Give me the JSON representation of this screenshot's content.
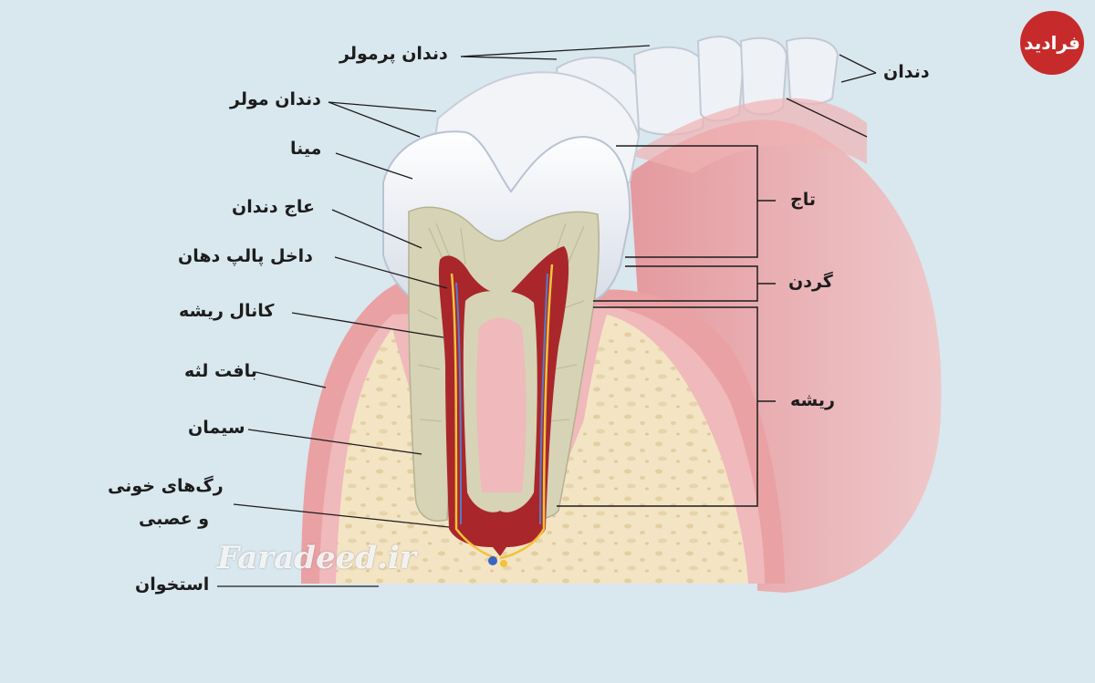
{
  "labels": {
    "premolar": "دندان پرمولر",
    "molar": "دندان مولر",
    "enamel": "مینا",
    "dentin": "عاج دندان",
    "pulp": "داخل پالپ دهان",
    "root_canal": "کانال ریشه",
    "gum": "بافت لثه",
    "cementum": "سیمان",
    "vessels_line1": "رگ‌های خونی",
    "vessels_line2": "و عصبی",
    "bone": "استخوان",
    "teeth": "دندان",
    "crown": "تاج",
    "neck": "گردن",
    "root": "ریشه"
  },
  "logo": {
    "text": "فرادید"
  },
  "watermark": {
    "text": "Faradeed.ir"
  },
  "colors": {
    "background": "#d9e7ee",
    "gum": "#e9a3a5",
    "bone": "#f3e4c4",
    "enamel": "#f4f6fa",
    "dentin": "#d6d3b6",
    "pulp": "#a9272b",
    "logo": "#c72a2a"
  }
}
